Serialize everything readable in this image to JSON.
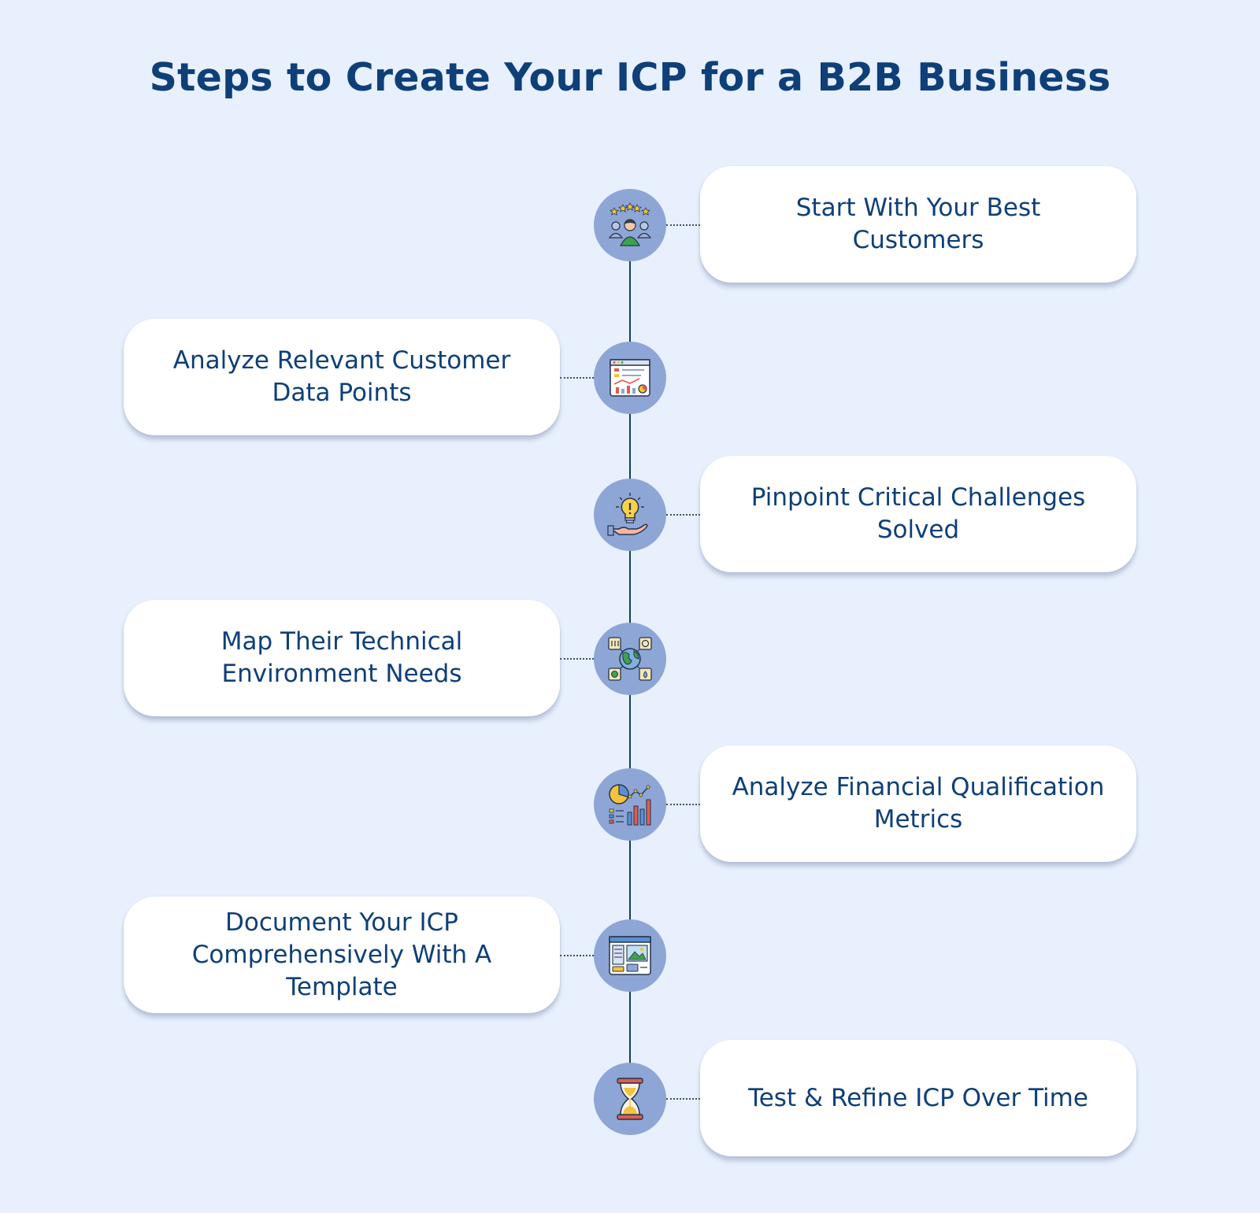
{
  "title": "Steps to Create Your ICP for a B2B Business",
  "steps": [
    {
      "label": "Start With Your Best Customers",
      "side": "right",
      "icon": "customers-rating-icon"
    },
    {
      "label": "Analyze Relevant Customer Data Points",
      "side": "left",
      "icon": "analytics-dashboard-icon"
    },
    {
      "label": "Pinpoint Critical Challenges Solved",
      "side": "right",
      "icon": "lightbulb-hand-icon"
    },
    {
      "label": "Map Their Technical Environment Needs",
      "side": "left",
      "icon": "globe-environment-icon"
    },
    {
      "label": "Analyze Financial Qualification Metrics",
      "side": "right",
      "icon": "financial-charts-icon"
    },
    {
      "label": "Document Your ICP Comprehensively With A Template",
      "side": "left",
      "icon": "document-template-icon"
    },
    {
      "label": "Test & Refine ICP Over Time",
      "side": "right",
      "icon": "hourglass-icon"
    }
  ],
  "colors": {
    "background": "#e8f0fd",
    "title": "#0e3f78",
    "node": "#8ea6d6",
    "spine": "#0e3b6b",
    "card": "#ffffff"
  }
}
